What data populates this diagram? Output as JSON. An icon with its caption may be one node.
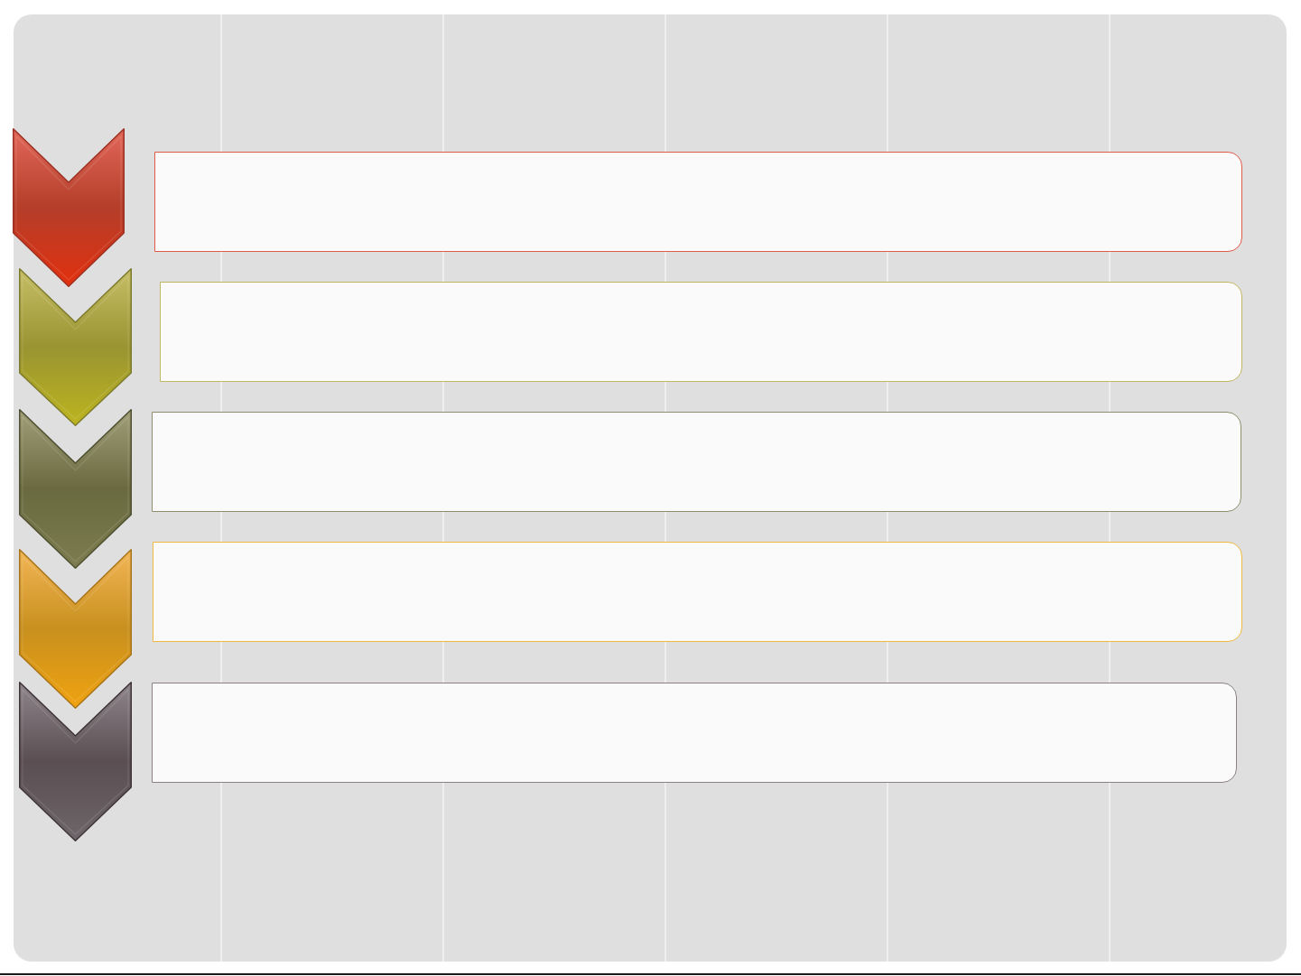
{
  "diagram": {
    "nodes": [
      {
        "text": [],
        "shape": "chevron"
      },
      {
        "text": [],
        "shape": "box"
      },
      {
        "text": [],
        "shape": "chevron"
      },
      {
        "text": [],
        "shape": "box"
      },
      {
        "text": [],
        "shape": "chevron"
      },
      {
        "text": [],
        "shape": "box"
      },
      {
        "text": [],
        "shape": "chevron"
      },
      {
        "text": [],
        "shape": "box"
      },
      {
        "text": [],
        "shape": "chevron"
      },
      {
        "text": [],
        "shape": "box"
      }
    ]
  }
}
